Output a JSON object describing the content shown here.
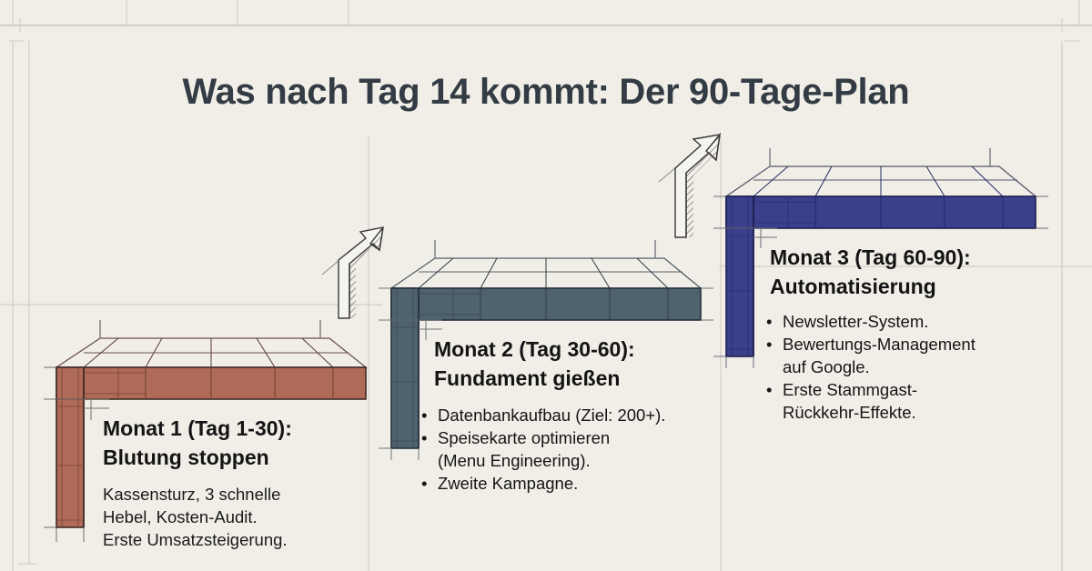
{
  "title": "Was nach Tag 14 kommt: Der 90-Tage-Plan",
  "colors": {
    "background": "#f1eee7",
    "title": "#333c44",
    "month1": "#b06a58",
    "month2": "#4f6270",
    "month3": "#3b3f8c"
  },
  "stages": [
    {
      "heading_line1": "Monat 1 (Tag 1-30):",
      "heading_line2": "Blutung stoppen",
      "body_lines": [
        "Kassensturz, 3 schnelle",
        "Hebel, Kosten-Audit.",
        "Erste Umsatzsteigerung."
      ],
      "color": "#b06a58"
    },
    {
      "heading_line1": "Monat 2 (Tag 30-60):",
      "heading_line2": "Fundament gießen",
      "bullets": [
        {
          "line1": "Datenbankaufbau (Ziel: 200+)."
        },
        {
          "line1": "Speisekarte optimieren",
          "line2": "(Menu Engineering)."
        },
        {
          "line1": "Zweite Kampagne."
        }
      ],
      "color": "#4f6270"
    },
    {
      "heading_line1": "Monat 3 (Tag 60-90):",
      "heading_line2": "Automatisierung",
      "bullets": [
        {
          "line1": "Newsletter-System."
        },
        {
          "line1": "Bewertungs-Management",
          "line2": "auf Google."
        },
        {
          "line1": "Erste Stammgast-",
          "line2": "Rückkehr-Effekte."
        }
      ],
      "color": "#3b3f8c"
    }
  ],
  "arrows": [
    {
      "name": "growth-arrow-1-to-2",
      "direction": "up-right"
    },
    {
      "name": "growth-arrow-2-to-3",
      "direction": "up-right"
    }
  ]
}
